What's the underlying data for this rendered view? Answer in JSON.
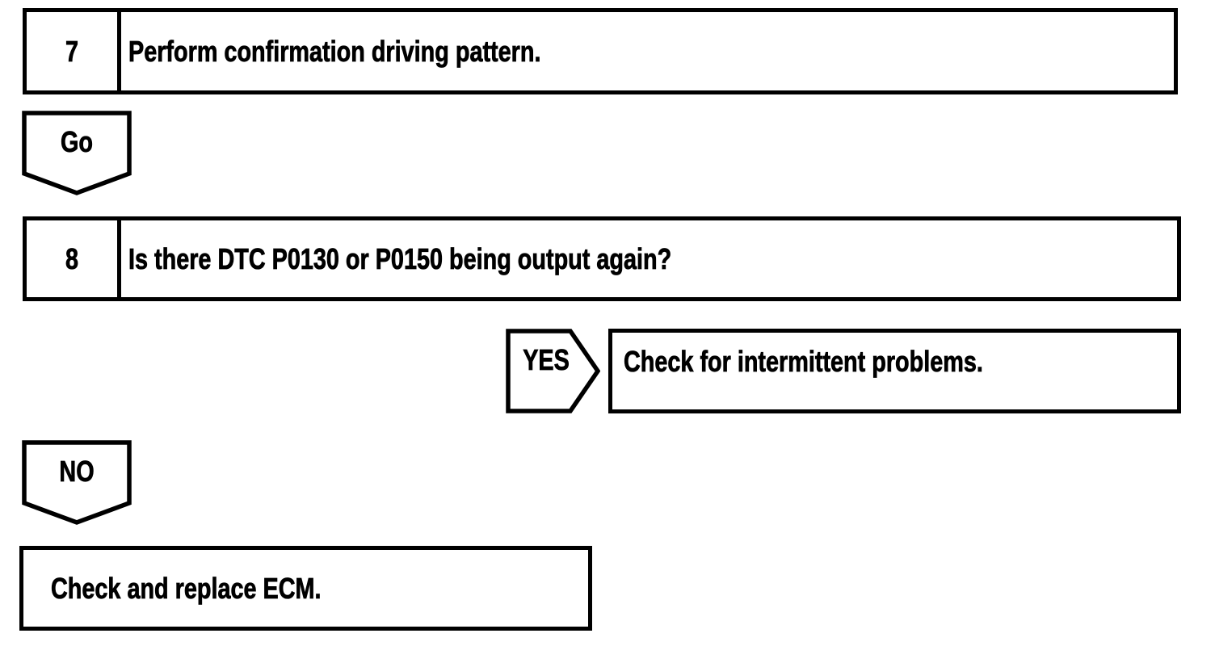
{
  "flowchart": {
    "steps": [
      {
        "number": "7",
        "text": "Perform confirmation driving pattern."
      },
      {
        "number": "8",
        "text": "Is there DTC P0130 or P0150 being output again?"
      }
    ],
    "connectors": {
      "go_label": "Go",
      "yes_label": "YES",
      "no_label": "NO"
    },
    "results": {
      "yes_action": "Check for intermittent problems.",
      "no_action": "Check and replace ECM."
    },
    "colors": {
      "line": "#000000",
      "background": "#ffffff"
    }
  }
}
